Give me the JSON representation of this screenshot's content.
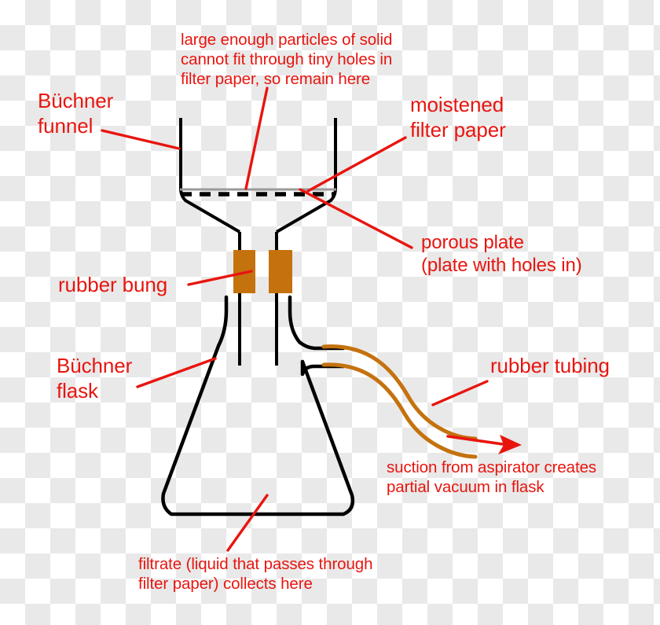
{
  "diagram": {
    "title": "Büchner funnel vacuum filtration apparatus",
    "colors": {
      "annotation_red": "#e8150f",
      "glass_black": "#000000",
      "rubber_brown": "#c4720e",
      "bung_orange": "#c4720e",
      "porous_plate_gray": "#9a9a9a",
      "background_checker": "#e9e9e9"
    },
    "labels": {
      "solid_particles": "large enough particles of solid\ncannot fit through tiny holes in\nfilter paper, so remain here",
      "buchner_funnel": "Büchner\nfunnel",
      "moistened_filter_paper": "moistened\nfilter paper",
      "porous_plate": "porous plate\n(plate with holes in)",
      "rubber_bung": "rubber bung",
      "buchner_flask": "Büchner\nflask",
      "rubber_tubing": "rubber tubing",
      "suction": "suction from aspirator creates\npartial vacuum in flask",
      "filtrate": "filtrate (liquid that passes through\nfilter paper) collects here"
    },
    "parts": [
      {
        "name": "buchner-funnel",
        "kind": "glassware"
      },
      {
        "name": "moistened-filter-paper",
        "kind": "dashed-line"
      },
      {
        "name": "porous-plate",
        "kind": "solid-gray-line"
      },
      {
        "name": "funnel-stem",
        "kind": "tube"
      },
      {
        "name": "rubber-bung",
        "kind": "seal"
      },
      {
        "name": "buchner-flask",
        "kind": "glassware"
      },
      {
        "name": "flask-side-arm",
        "kind": "spout"
      },
      {
        "name": "rubber-tubing",
        "kind": "tube"
      },
      {
        "name": "suction-arrow",
        "kind": "arrow"
      }
    ]
  }
}
